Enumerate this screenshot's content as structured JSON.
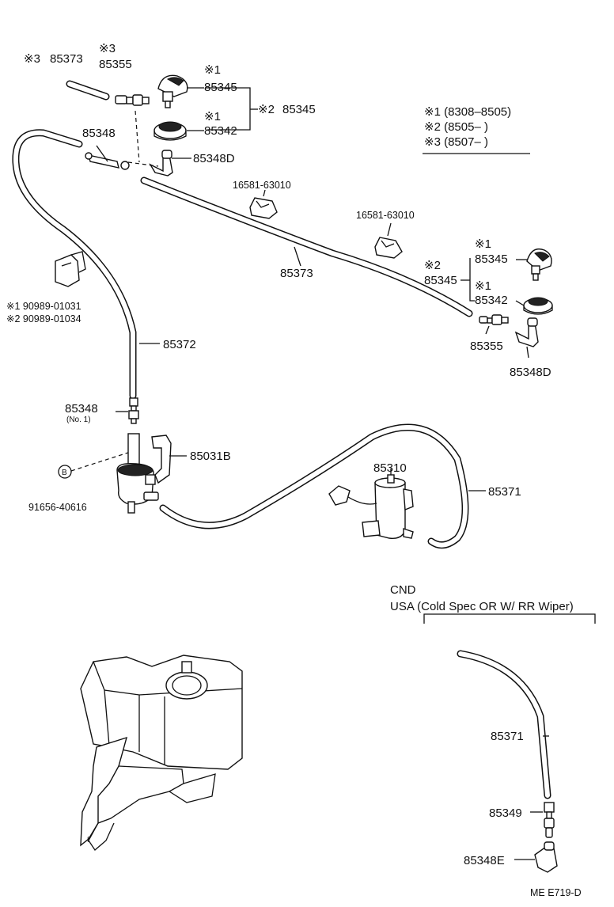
{
  "legend": {
    "notes": [
      "※1 (8308–8505)",
      "※2 (8505–        )",
      "※3 (8507–        )"
    ]
  },
  "labels": {
    "hose_85373_top": "85373",
    "note3_hose": "※3",
    "connector_85355_top": "85355",
    "note3_connector": "※3",
    "nozzle_85345_top": "85345",
    "note1_nozzle_top": "※1",
    "nozzle_85342_top": "85342",
    "note1_cap_top": "※1",
    "nozzle_85345_group_top": "85345",
    "note2_group_top": "※2",
    "joint_85348_top": "85348",
    "elbow_85348d_top": "85348D",
    "clamp_1": "16581-63010",
    "clamp_2": "16581-63010",
    "hose_85373_main": "85373",
    "nozzle_85345_right": "85345",
    "note1_nozzle_right": "※1",
    "nozzle_85345_group_right": "85345",
    "note2_group_right": "※2",
    "nozzle_85342_right": "85342",
    "note1_cap_right": "※1",
    "connector_85355_right": "85355",
    "elbow_85348d_right": "85348D",
    "bracket_part_1": "※1 90989-01031",
    "bracket_part_2": "※2 90989-01034",
    "hose_85372": "85372",
    "joint_85348_lower": "85348",
    "joint_85348_lower_note": "(No. 1)",
    "valve_85031b": "85031B",
    "bolt_callout": "B",
    "bolt_91656": "91656-40616",
    "pump_85310": "85310",
    "hose_85371": "85371",
    "variant_title_1": "CND",
    "variant_title_2": "USA (Cold Spec OR  W/ RR Wiper)",
    "hose_85371_variant": "85371",
    "joint_85349": "85349",
    "elbow_85348e": "85348E",
    "diagram_code": "ME  E719-D"
  }
}
